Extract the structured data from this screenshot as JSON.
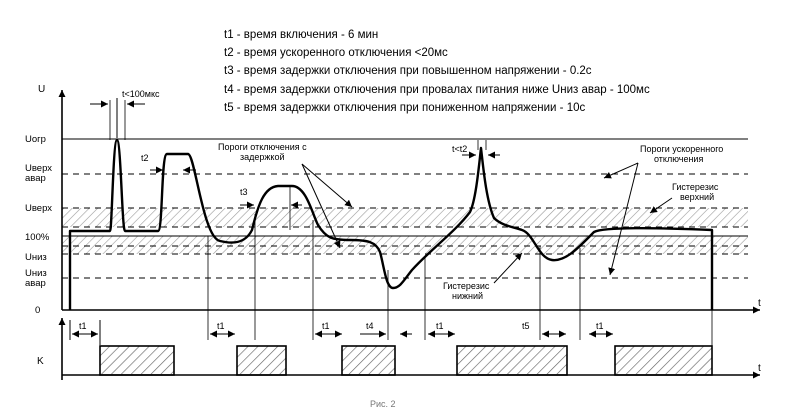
{
  "legend": [
    "t1 - время включения - 6 мин",
    "t2 - время ускоренного отключения <20мс",
    "t3 - время задержки отключения при повышенном напряжении - 0.2с",
    "t4 - время задержки отключения при провалах питания ниже Uниз авар  - 100мс",
    "t5 - время задержки отключения при пониженном напряжении - 10с"
  ],
  "axis": {
    "u": "U",
    "t_upper": "t",
    "t_lower": "t",
    "k": "K"
  },
  "levels": [
    {
      "id": "uogr",
      "lines": [
        "Uогр"
      ]
    },
    {
      "id": "uverh_avar",
      "lines": [
        "Uверх",
        "авар"
      ]
    },
    {
      "id": "uverh",
      "lines": [
        "Uверх"
      ]
    },
    {
      "id": "nominal",
      "lines": [
        "100%"
      ]
    },
    {
      "id": "uniz",
      "lines": [
        "Uниз"
      ]
    },
    {
      "id": "uniz_avar",
      "lines": [
        "Uниз",
        "авар"
      ]
    },
    {
      "id": "zero",
      "lines": [
        "0"
      ]
    }
  ],
  "annotations": {
    "pulse": "t<100мкс",
    "t2": "t2",
    "t3": "t3",
    "spike": "t<t2",
    "delay_thresholds": [
      "Пороги отключения с",
      "задержкой"
    ],
    "fast_thresholds": [
      "Пороги ускоренного",
      "отключения"
    ],
    "hyst_upper": [
      "Гистерезис",
      "верхний"
    ],
    "hyst_lower": [
      "Гистерезис",
      "нижний"
    ]
  },
  "timers": [
    "t1",
    "t1",
    "t1",
    "t4",
    "t1",
    "t5",
    "t1"
  ],
  "caption": "Рис. 2",
  "colors": {
    "line": "#000000",
    "hatch": "#888888",
    "caption": "#777777"
  }
}
